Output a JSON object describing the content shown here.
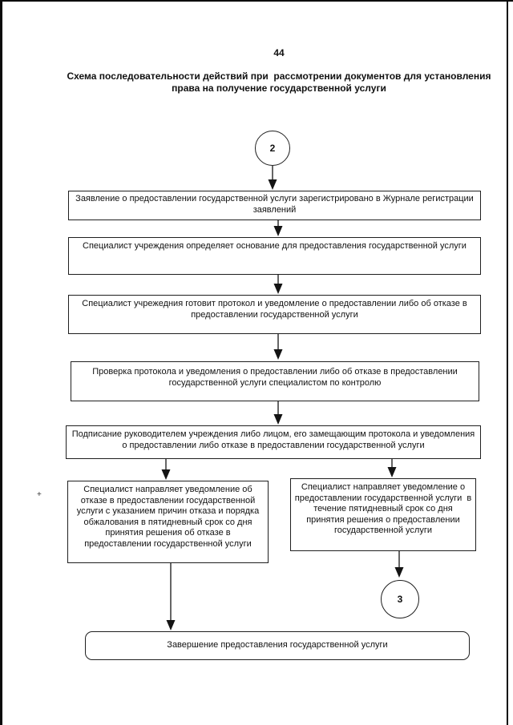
{
  "page_number": "44",
  "title": "Схема последовательности действий при  рассмотрении документов для установления права на получение государственной услуги",
  "flowchart": {
    "start_connector": {
      "label": "2"
    },
    "steps": [
      "Заявление о предоставлении государственной услуги зарегистрировано в Журнале регистрации заявлений",
      "Специалист учреждения определяет основание для предоставления государственной услуги",
      "Специалист учрежедния готовит протокол и уведомление о предоставлении либо об отказе в предоставлении государственной услуги",
      "Проверка протокола и уведомления о предоставлении либо об отказе в предоставлении государственной услуги специалистом по контролю",
      "Подписание руководителем учреждения либо лицом, его замещающим протокола и уведомления о предоставлении либо отказе в предоставлении государственной услуги"
    ],
    "branch_left": "Специалист направляет уведомление об отказе в предоставлении государственной услуги с указанием причин отказа и порядка обжалования в пятидневный срок со дня принятия решения об отказе в предоставлении государственной услуги",
    "branch_right": "Специалист направляет уведомление о предоставлении государственной услуги  в течение пятидневный срок со дня принятия решения о предоставлении государственной услуги",
    "end_connector": {
      "label": "3"
    },
    "final_step": "Завершение предоставления государственной услуги"
  },
  "artifact_mark": "+"
}
